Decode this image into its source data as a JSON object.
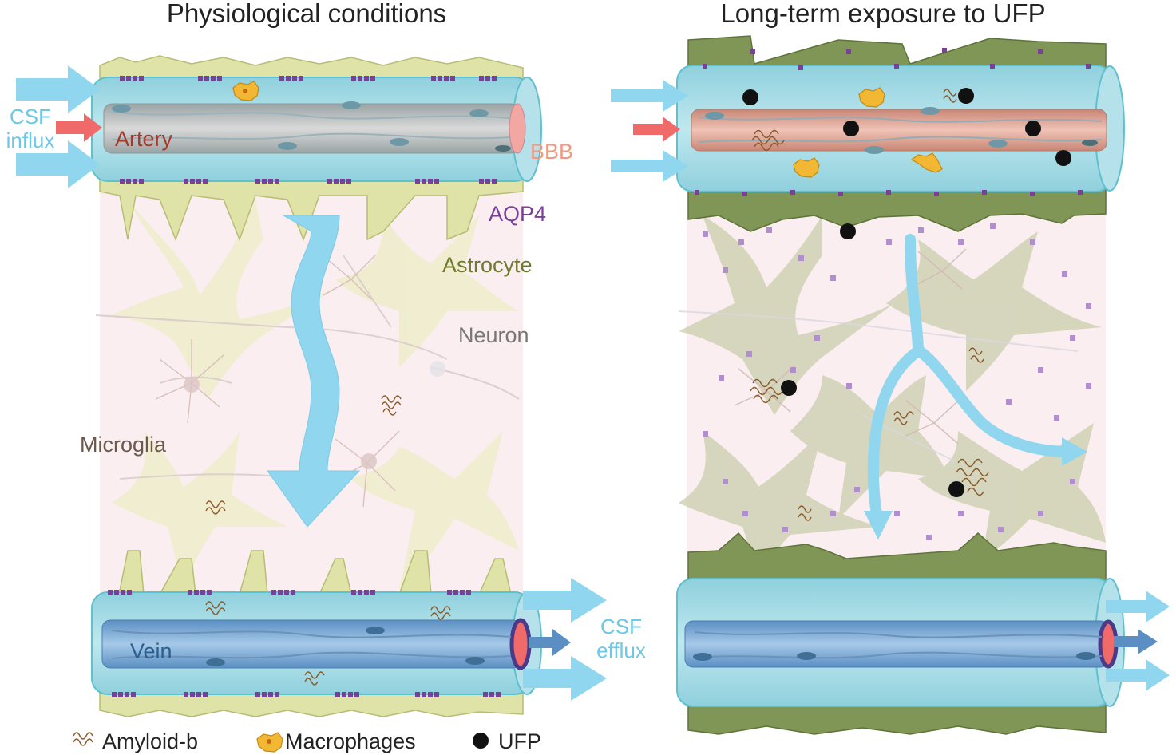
{
  "panels": {
    "left_title": "Physiological conditions",
    "right_title": "Long-term exposure to UFP"
  },
  "labels": {
    "csf_influx_1": "CSF",
    "csf_influx_2": "influx",
    "artery": "Artery",
    "bbb": "BBB",
    "aqp4": "AQP4",
    "astrocyte": "Astrocyte",
    "neuron": "Neuron",
    "microglia": "Microglia",
    "vein": "Vein",
    "csf_efflux_1": "CSF",
    "csf_efflux_2": "efflux"
  },
  "legend": {
    "amyloid": "Amyloid-b",
    "macrophages": "Macrophages",
    "ufp": "UFP"
  },
  "colors": {
    "vessel_sheath": "#a8dce6",
    "vessel_edge": "#5fc0cf",
    "csf_flow": "#8fd6ee",
    "aqp4": "#7a3f98",
    "astrocyte_healthy": "#dfe3a8",
    "astrocyte_reactive": "#7f9656",
    "artery_inner": "#b9b9b9",
    "artery_reactive": "#d7a393",
    "vein_inner": "#7aa9d6",
    "parenchyma": "#fbeef0",
    "amyloid": "#8a5a2b",
    "macrophage": "#f2b733",
    "ufp": "#111111",
    "artery_label": "#a33a2b",
    "bbb_label": "#ee9a7f",
    "aqp4_label": "#7a3f98",
    "astrocyte_label": "#6e7a2c",
    "neuron_label": "#777777",
    "microglia_label": "#6b5a4b",
    "vein_label": "#2c5f8f",
    "csf_label": "#6cc8e6"
  }
}
